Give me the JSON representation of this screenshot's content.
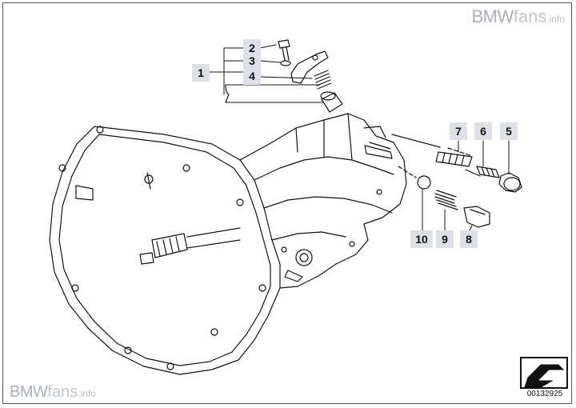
{
  "watermark": {
    "brand": "BMW",
    "site": "fans",
    "domain": ".info"
  },
  "callouts": [
    "1",
    "2",
    "3",
    "4",
    "5",
    "6",
    "7",
    "8",
    "9",
    "10"
  ],
  "diagram_code": "00132925",
  "colors": {
    "callout_bg": "#dde0e6",
    "watermark": "#a9afb7",
    "line": "#111111"
  }
}
